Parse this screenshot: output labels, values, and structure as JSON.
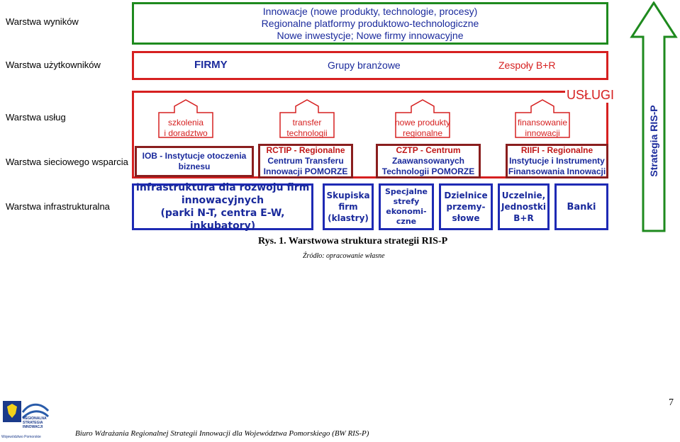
{
  "layers": {
    "results": "Warstwa wyników",
    "users": "Warstwa użytkowników",
    "services": "Warstwa usług",
    "network": "Warstwa sieciowego wsparcia",
    "infrastructure": "Warstwa infrastrukturalna"
  },
  "results_box": {
    "line1": "Innowacje (nowe produkty, technologie, procesy)",
    "line2": "Regionalne platformy produktowo-technologiczne",
    "line3": "Nowe inwestycje; Nowe firmy innowacyjne"
  },
  "users": {
    "firmy": "FIRMY",
    "grupy": "Grupy branżowe",
    "zespoly": "Zespoły B+R"
  },
  "services": {
    "uslugi": "USŁUGI",
    "s1_line1": "szkolenia",
    "s1_line2": "i doradztwo",
    "s2_line1": "transfer",
    "s2_line2": "technologii",
    "s3_line1": "nowe produkty",
    "s3_line2": "regionalne",
    "s4_line1": "finansowanie",
    "s4_line2": "innowacji"
  },
  "network": {
    "iob_line1": "IOB - Instytucje otoczenia",
    "iob_line2": "biznesu",
    "rctip_line1": "RCTIP - Regionalne",
    "rctip_line2": "Centrum Transferu",
    "rctip_line3": "Innowacji POMORZE",
    "cztp_line1": "CZTP - Centrum",
    "cztp_line2": "Zaawansowanych",
    "cztp_line3": "Technologii POMORZE",
    "riifi_line1": "RIIFI - Regionalne",
    "riifi_line2": "Instytucje i Instrumenty",
    "riifi_line3": "Finansowania Innowacji"
  },
  "infrastructure": {
    "infra_line1": "Infrastruktura dla rozwoju firm",
    "infra_line2": "innowacyjnych",
    "infra_line3": "(parki N-T, centra E-W, inkubatory)",
    "klastry_line1": "Skupiska",
    "klastry_line2": "firm",
    "klastry_line3": "(klastry)",
    "sse_line1": "Specjalne",
    "sse_line2": "strefy",
    "sse_line3": "ekonomi-",
    "sse_line4": "czne",
    "dzielnice_line1": "Dzielnice",
    "dzielnice_line2": "przemy-",
    "dzielnice_line3": "słowe",
    "uczelnie_line1": "Uczelnie,",
    "uczelnie_line2": "Jednostki",
    "uczelnie_line3": "B+R",
    "banki": "Banki"
  },
  "strategy_arrow": "Strategia RIS-P",
  "caption": "Rys. 1. Warstwowa struktura strategii RIS-P",
  "source": "Źródło: opracowanie własne",
  "page_number": "7",
  "footer": "Biuro Wdrażania Regionalnej Strategii Innowacji dla Województwa Pomorskiego (BW RIS-P)",
  "logo": {
    "line1": "REGIONALNA",
    "line2": "STRATEGIA",
    "line3": "INNOWACJI",
    "line4": "Województwo Pomorskie"
  },
  "colors": {
    "green": "#1e8a1e",
    "red": "#d62020",
    "dark_red": "#8a1e1e",
    "blue": "#1e2ab4",
    "text_blue": "#1a2a9c"
  }
}
